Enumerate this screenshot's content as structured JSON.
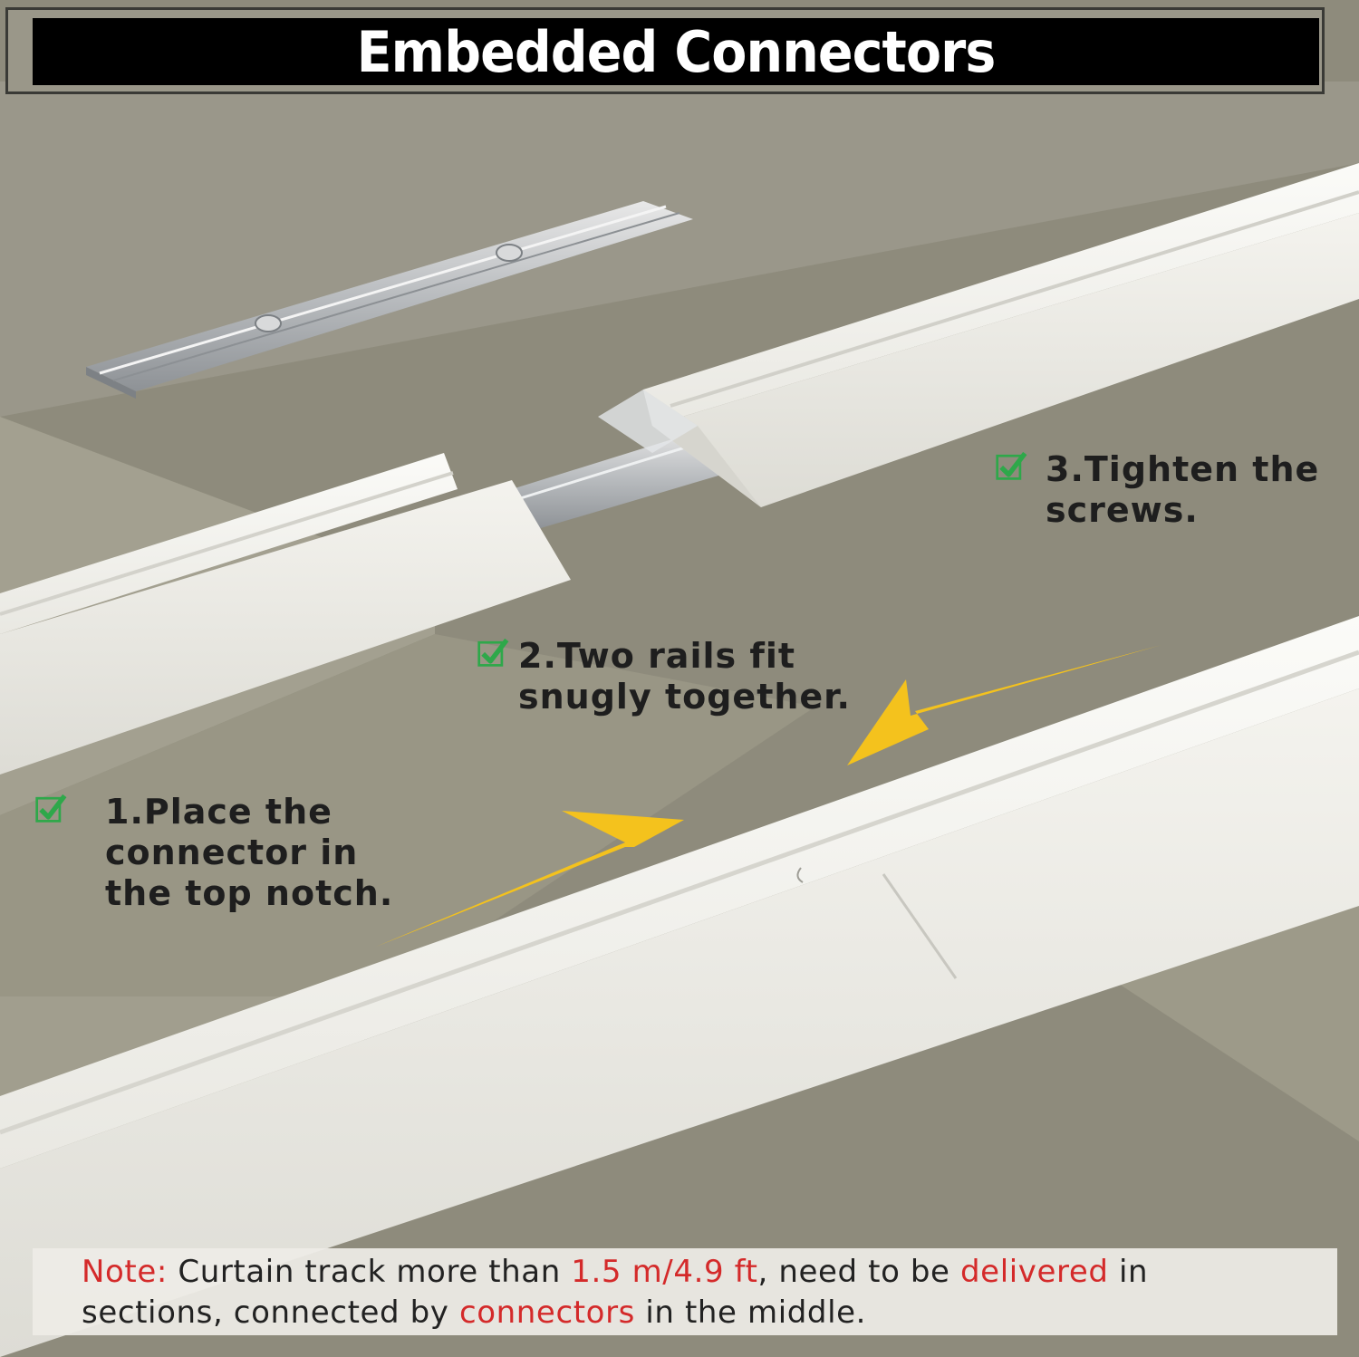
{
  "header": {
    "title": "Embedded Connectors"
  },
  "steps": [
    {
      "lines": [
        "1.Place the",
        "connector in",
        "the top notch."
      ]
    },
    {
      "lines": [
        "2.Two rails fit",
        "snugly together."
      ]
    },
    {
      "lines": [
        "3.Tighten the",
        "screws."
      ]
    }
  ],
  "note": {
    "label": "Note:",
    "text_1": " Curtain track more than ",
    "length": "1.5 m/4.9 ft",
    "text_2": ", need to be ",
    "delivered": "delivered",
    "text_3": " in",
    "text_4": "sections, connected by ",
    "connectors": "connectors",
    "text_5": " in the middle."
  },
  "icons": {
    "check": "checkmark-icon",
    "arrow": "arrow-icon"
  },
  "colors": {
    "accent_red": "#d42a2a",
    "arrow_yellow": "#f4c21d",
    "check_green": "#2ea84a",
    "banner_black": "#000000",
    "floor": "#8a8778"
  }
}
